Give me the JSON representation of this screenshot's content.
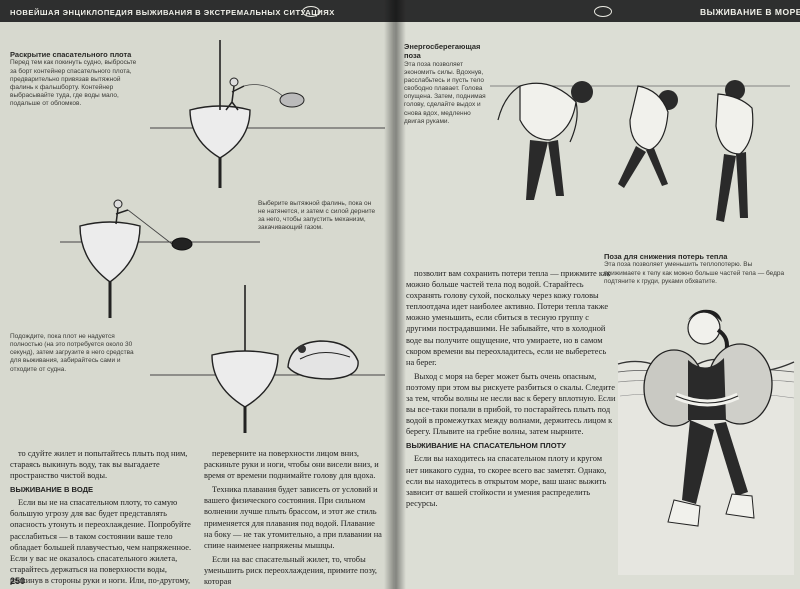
{
  "left_page": {
    "header": "НОВЕЙШАЯ ЭНЦИКЛОПЕДИЯ ВЫЖИВАНИЯ В ЭКСТРЕМАЛЬНЫХ СИТУАЦИЯХ",
    "page_number": "250",
    "captions": {
      "c1_title": "Раскрытие спасательного плота",
      "c1_text": "Перед тем как покинуть судно, выбросьте за борт контейнер спасательного плота, предварительно привязав вытяжной фалинь к фальшборту. Контейнер выбрасывайте туда, где воды мало, подальше от обломков.",
      "c2_text": "Выберите вытяжной фалинь, пока он не натянется, и затем с силой дерните за него, чтобы запустить механизм, закачивающий газом.",
      "c3_text": "Подождите, пока плот не надуется полностью (на это потребуется около 30 секунд), затем загрузите в него средства для выживания, забирайтесь сами и отходите от судна."
    },
    "column1": {
      "p1": "то сдуйте жилет и попытайтесь плыть под ним, стараясь выкинуть воду, так вы выгадаете пространство чистой воды.",
      "heading": "ВЫЖИВАНИЕ В ВОДЕ",
      "p2": "Если вы не на спасательном плоту, то самую большую угрозу для вас будет представлять опасность утонуть и переохлаждение. Попробуйте расслабиться — в таком состоянии ваше тело обладает большей плавучестью, чем напряженное. Если у вас не оказалось спасательного жилета, старайтесь держаться на поверхности воды, раскинув в стороны руки и ноги. Или, по-другому,"
    },
    "column2": {
      "p1": "переверните на поверхности лицом вниз, раскиньте руки и ноги, чтобы они висели вниз, и время от времени поднимайте голову для вдоха.",
      "p2": "Техника плавания будет зависеть от условий и вашего физического состояния. При сильном волнении лучше плыть брассом, и этот же стиль применяется для плавания под водой. Плавание на боку — не так утомительно, а при плавании на спине наименее напряжены мышцы.",
      "p3": "Если на вас спасательный жилет, то, чтобы уменьшить риск переохлаждения, примите позу, которая"
    }
  },
  "right_page": {
    "header": "ВЫЖИВАНИЕ В МОРЕ",
    "captions": {
      "c1_title": "Энергосберегающая поза",
      "c1_text": "Эта поза позволяет экономить силы. Вдохнув, расслабьтесь и пусть тело свободно плавает. Голова опущена. Затем, поднимая голову, сделайте выдох и снова вдох, медленно двигая руками.",
      "c2_title": "Поза для снижения потерь тепла",
      "c2_text": "Эта поза позволяет уменьшить теплопотерю. Вы прижимаете к телу как можно больше частей тела — бедра подтяните к груди, руками обхватите."
    },
    "column1": {
      "p1": "позволит вам сохранить потери тепла — прижмите как можно больше частей тела под водой. Старайтесь сохранять голову сухой, поскольку через кожу головы теплоотдача идет наиболее активно. Потери тепла также можно уменьшить, если сбиться в тесную группу с другими пострадавшими. Не забывайте, что в холодной воде вы получите ощущение, что умираете, но в самом скором времени вы переохладитесь, если не выберетесь на берег.",
      "p2": "Выход с моря на берег может быть очень опасным, поэтому при этом вы рискуете разбиться о скалы. Следите за тем, чтобы волны не несли вас к берегу вплотную. Если вы все-таки попали в прибой, то постарайтесь плыть под водой в промежутках между волнами, держитесь лицом к берегу. Плывите на гребне волны, затем нырните.",
      "heading": "ВЫЖИВАНИЕ НА СПАСАТЕЛЬНОМ ПЛОТУ",
      "p3": "Если вы находитесь на спасательном плоту и кругом нет никакого судна, то скорее всего вас заметят. Однако, если вы находитесь в открытом море, ваш шанс выжить зависит от вашей стойкости и умения распределить ресурсы."
    }
  }
}
